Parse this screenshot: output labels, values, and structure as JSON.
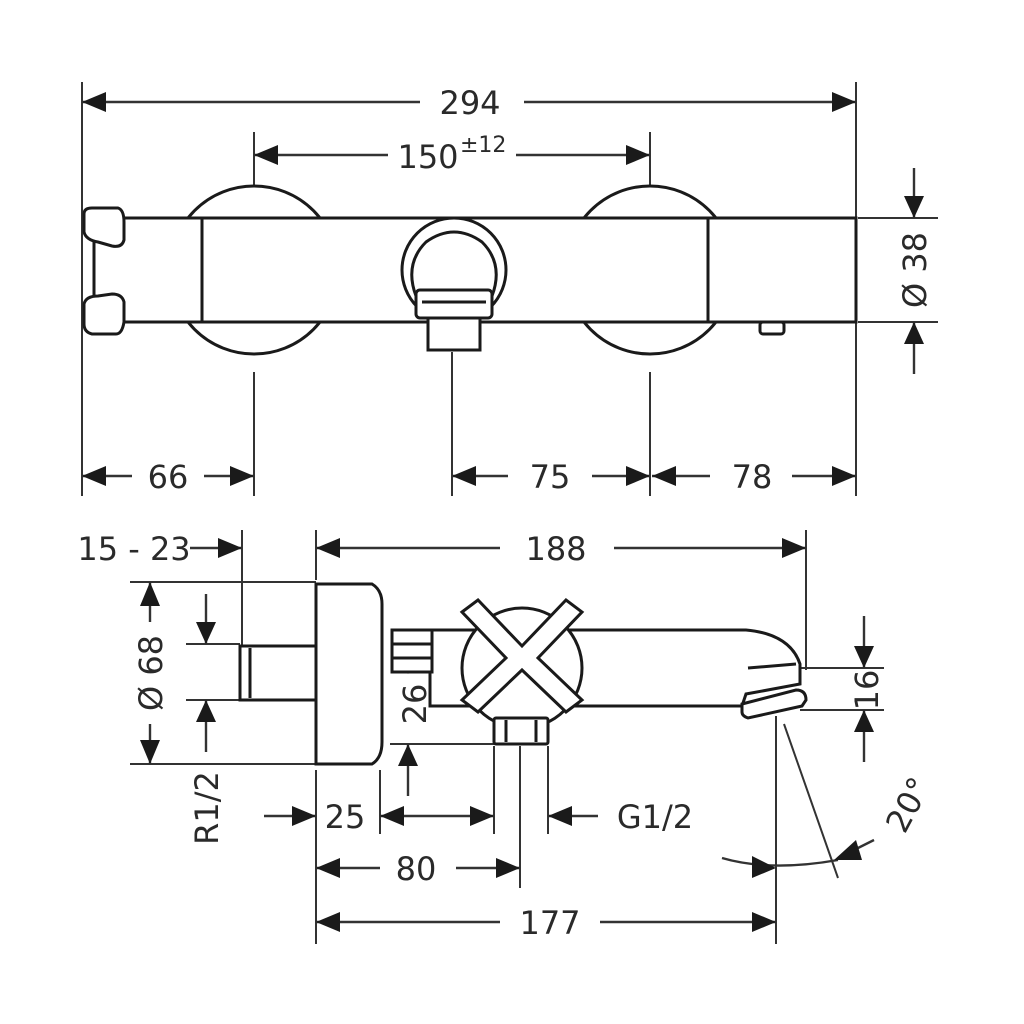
{
  "drawing": {
    "top_view": {
      "overall_width": "294",
      "handle_spacing": "150",
      "handle_spacing_tolerance": "±12",
      "body_diameter": "Ø 38",
      "left_offset": "66",
      "spout_offset": "75",
      "right_offset": "78"
    },
    "side_view": {
      "wall_distance": "15 - 23",
      "total_depth": "188",
      "rosette_diameter": "Ø 68",
      "inlet_thread": "R1/2",
      "rosette_depth": "25",
      "spout_height": "26",
      "outlet_thread": "G1/2",
      "outlet_distance": "80",
      "spout_reach": "177",
      "spout_outlet_diameter": "16",
      "spout_angle": "20°"
    }
  }
}
